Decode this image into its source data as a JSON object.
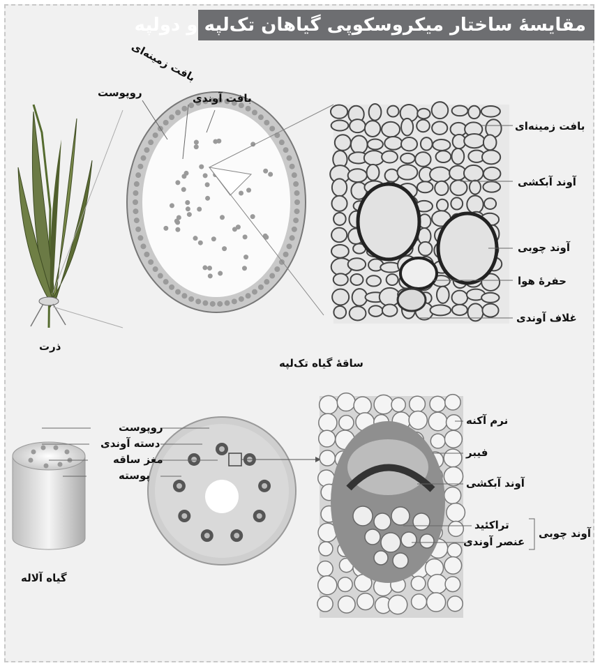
{
  "title": "مقایسهٔ ساختار میکروسکوپی گیاهان تک‌لپه و دولپه",
  "monocot": {
    "plant_name": "ذرت",
    "caption": "ساقهٔ گیاه تک‌لپه",
    "section_labels": {
      "epidermis": "روپوست",
      "ground_tissue": "بافت زمینه‌ای",
      "vascular_tissue": "بافت آوندی"
    },
    "detail_labels": {
      "ground_tissue": "بافت زمینه‌ای",
      "phloem": "آوند آبکشی",
      "xylem": "آوند چوبی",
      "air_space": "حفرهٔ هوا",
      "bundle_sheath": "غلاف آوندی"
    }
  },
  "dicot": {
    "plant_name": "گیاه آلاله",
    "section_labels": {
      "epidermis": "روپوست",
      "vascular_bundle": "دسته آوندی",
      "pith": "مغز ساقه",
      "cortex": "پوسته"
    },
    "detail_labels": {
      "parenchyma": "نرم آکنه",
      "fiber": "فیبر",
      "phloem": "آوند آبکشی",
      "tracheid": "تراکئید",
      "vessel_element": "عنصر آوندی",
      "xylem": "آوند چوبی"
    }
  },
  "colors": {
    "title_bar": "#6d6e71",
    "background": "#f1f1f1",
    "cell_fill": "#e4e4e4",
    "cell_stroke": "#444444",
    "vascular_bundle": "#555555"
  }
}
